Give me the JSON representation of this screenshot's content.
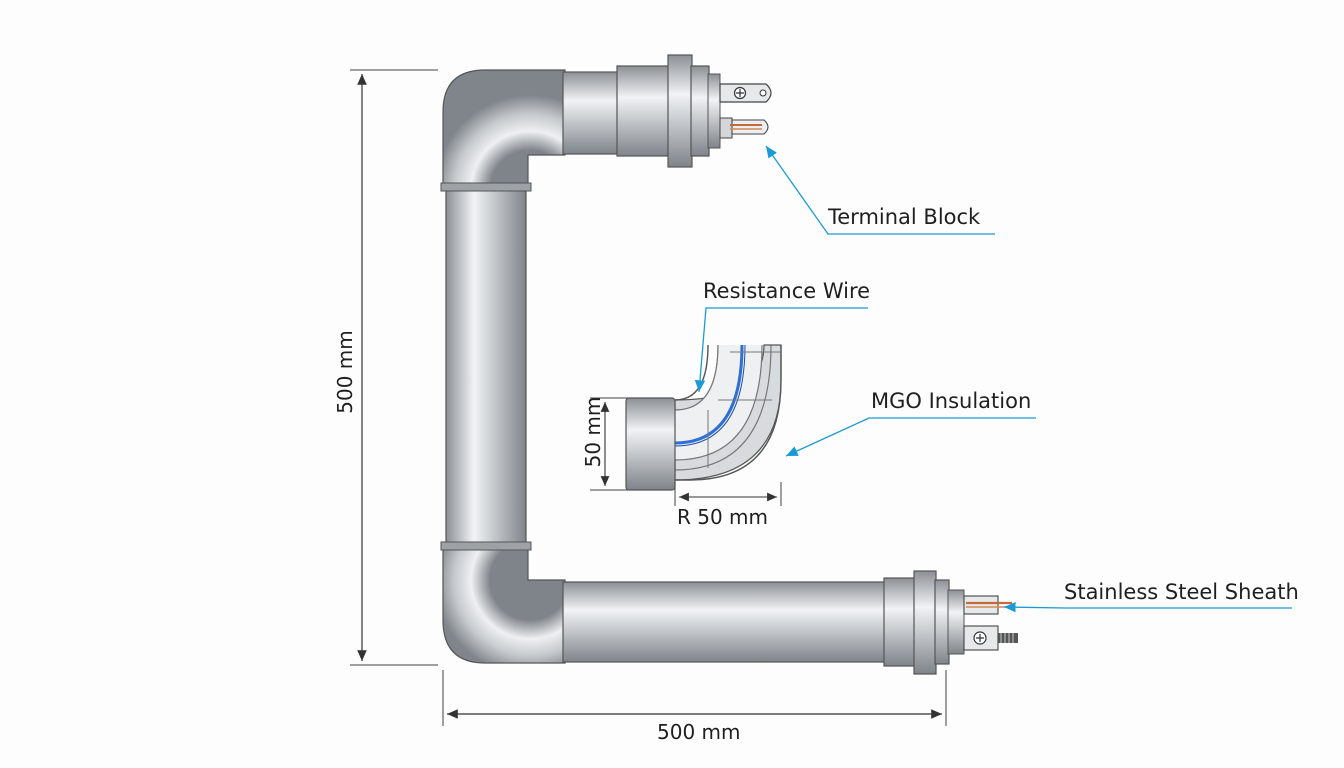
{
  "labels": {
    "terminal_block": "Terminal Block",
    "resistance_wire": "Resistance Wire",
    "mgo_insulation": "MGO Insulation",
    "stainless_steel_sheath": "Stainless Steel Sheath"
  },
  "dimensions": {
    "height": "500 mm",
    "width": "500 mm",
    "diameter": "50 mm",
    "bend_radius": "R 50 mm"
  },
  "colors": {
    "leader": "#1a9ad6",
    "dimension_line": "#333333",
    "steel_dark": "#8a8e93",
    "steel_light": "#eef0f2",
    "wire_blue": "#2f6fd6",
    "copper": "#c46a3a"
  }
}
